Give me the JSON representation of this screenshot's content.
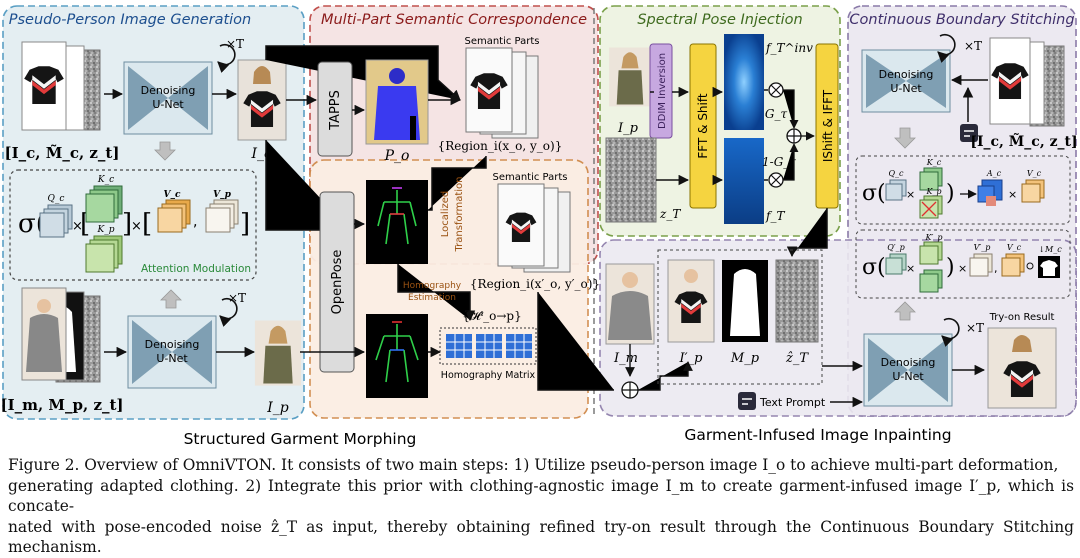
{
  "colors": {
    "panel1_bg": "#e4eef2",
    "panel1_border": "#5a9fc4",
    "panel2_bg": "#f5e4e4",
    "panel2_border": "#c0504d",
    "panel3_bg": "#fbeee3",
    "panel3_border": "#d08a4a",
    "panel4_bg": "#eef3e3",
    "panel4_border": "#7aa04a",
    "panel5_bg": "#ece9f1",
    "panel5_border": "#8a7aa8",
    "unet_box": "#dbe8ee",
    "unet_triangle": "#7f9fb3",
    "fft_box": "#f5d440",
    "ddim_box": "#c7a8e0",
    "spectrum": "#1a5fb0",
    "matrix_blue": "#2f6fd6",
    "matrix_green": "#8ec98a",
    "matrix_orange": "#f3c27a"
  },
  "panels": {
    "pseudo_person": "Pseudo-Person Image Generation",
    "semantic_corr": "Multi-Part Semantic Correspondence",
    "spectral_pose": "Spectral Pose Injection",
    "boundary_stitch": "Continuous Boundary Stitching"
  },
  "modules": {
    "denoising_unet_1": [
      "Denoising",
      "U-Net"
    ],
    "denoising_unet_2": [
      "Denoising",
      "U-Net"
    ],
    "denoising_unet_3": [
      "Denoising",
      "U-Net"
    ],
    "denoising_unet_4": [
      "Denoising",
      "U-Net"
    ],
    "tapps": "TAPPS",
    "openpose": "OpenPose",
    "ddim_inversion": "DDIM Inversion",
    "fft_shift": "FFT & Shift",
    "ishift_ifft": "IShift & IFFT",
    "attention_modulation": "Attention Modulation",
    "localized_transformation": [
      "Localized",
      "Transformation"
    ],
    "homography_estimation": [
      "Homography",
      "Estimation"
    ],
    "homography_matrix": "Homography  Matrix",
    "text_prompt": "Text Prompt",
    "try_on_result": "Try-on Result"
  },
  "labels": {
    "times_t": "×T",
    "inputs_top": "[I_c, M̃_c, z_t]",
    "inputs_bottom": "[I_m, M_p, z_t]",
    "inputs_right": "[I_c, M̃_c, z_t]",
    "I_o": "I_o",
    "I_p": "I_p",
    "P_o": "P_o",
    "semantic_parts_1": "Semantic Parts",
    "semantic_parts_2": "Semantic Parts",
    "region_o": "{Region_i(x_o, y_o)}",
    "region_prime": "{Region_i(x′_o, y′_o)}",
    "homography_set": "{𝓗ⁱ_o→p}",
    "f_inv": "f_T^inv",
    "f_T": "f_T",
    "G_tau": "G_τ",
    "one_minus_G": "1-G_τ",
    "z_T": "z_T",
    "I_p_spec": "I_p",
    "I_m": "I_m",
    "I_p_prime": "I′_p",
    "M_p": "M_p",
    "z_hat_T": "ẑ_T",
    "Q_c": "Q_c",
    "K_c": "K_c",
    "K_p": "K_p",
    "V_c": "V_c",
    "V_p": "V_p",
    "A_c": "A_c",
    "Q_p_prime": "Q′_p",
    "K_p_prime": "K′_p",
    "V_p_prime": "V′_p",
    "M_c_down": "↓M_c"
  },
  "sections": {
    "left": "Structured Garment Morphing",
    "right": "Garment-Infused Image Inpainting"
  },
  "caption": {
    "line1": "Figure 2. Overview of OmniVTON. It consists of two main steps: 1) Utilize pseudo-person image I_o to achieve multi-part deformation,",
    "line2": "generating adapted clothing. 2) Integrate this prior with clothing-agnostic image I_m to create garment-infused image I′_p, which is concate-",
    "line3": "nated with pose-encoded noise ẑ_T as input, thereby obtaining refined try-on result through the Continuous Boundary Stitching mechanism."
  }
}
